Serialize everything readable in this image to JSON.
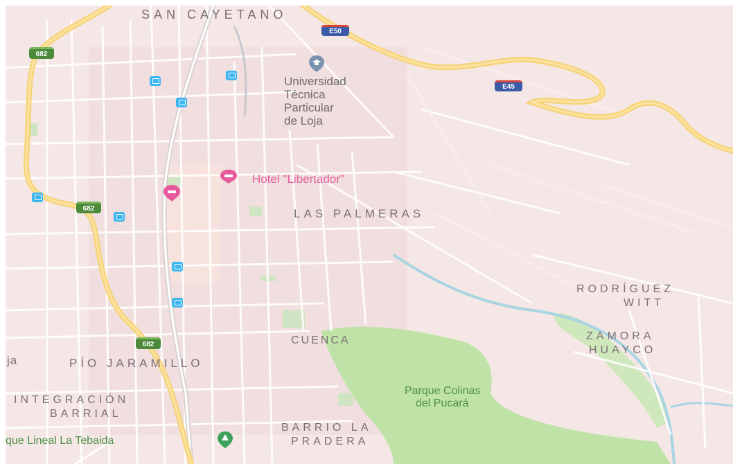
{
  "colors": {
    "background": "#f5e7e6",
    "block": "#f0dcdc",
    "street": "#ffffff",
    "highway": "#f6d47c",
    "park": "#bfe3a6",
    "river": "#a9d4e3",
    "transit": "#3cb6f0",
    "hotel": "#e65a9b",
    "neighborhood_text": "#7b6f76",
    "park_text": "#4c8f46"
  },
  "neighborhoods": {
    "san_cayetano": "SAN CAYETANO",
    "las_palmeras": "LAS PALMERAS",
    "rodriguez_witt_1": "RODRÍGUEZ",
    "rodriguez_witt_2": "WITT",
    "zamora_huayco_1": "ZAMORA",
    "zamora_huayco_2": "HUAYCO",
    "cuenca": "CUENCA",
    "pio_jaramillo": "PÍO JARAMILLO",
    "integracion_1": "INTEGRACIÓN",
    "integracion_2": "BARRIAL",
    "barrio_pradera_1": "BARRIO LA",
    "barrio_pradera_2": "PRADERA",
    "city_fragment": "ja"
  },
  "pois": {
    "university_1": "Universidad",
    "university_2": "Técnica",
    "university_3": "Particular",
    "university_4": "de Loja",
    "hotel": "Hotel \"Libertador\"",
    "park_1": "Parque Colinas",
    "park_2": "del Pucará",
    "lineal_park": "que Lineal La Tebaida"
  },
  "shields": {
    "e50": "E50",
    "e45": "E45",
    "r682_a": "682",
    "r682_b": "682",
    "r682_c": "682"
  },
  "icons": {
    "bus": "bus-stop-icon",
    "hotel": "hotel-pin-icon",
    "university": "university-pin-icon",
    "park": "park-pin-icon"
  }
}
